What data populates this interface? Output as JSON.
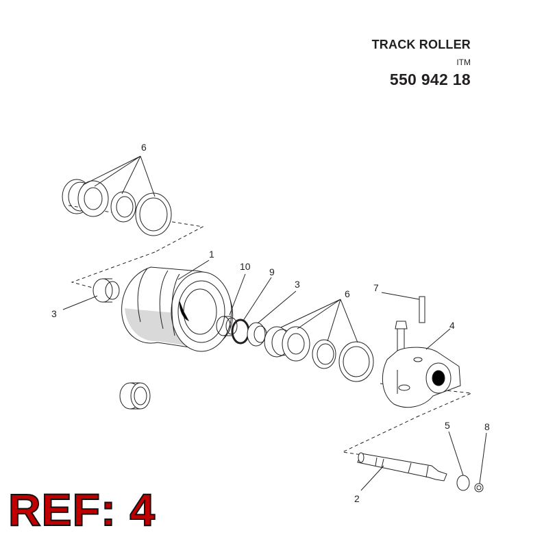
{
  "header": {
    "title": "TRACK ROLLER",
    "subtitle": "ITM",
    "part_number": "550 942 18"
  },
  "callouts": {
    "c6_top": "6",
    "c1": "1",
    "c10": "10",
    "c9": "9",
    "c3_mid": "3",
    "c6_mid": "6",
    "c7": "7",
    "c4": "4",
    "c3_left": "3",
    "c5": "5",
    "c8": "8",
    "c2": "2"
  },
  "ref_label": "REF: 4",
  "colors": {
    "ref": "#c00000",
    "line": "#231f20",
    "shade": "#d9d9d9"
  }
}
